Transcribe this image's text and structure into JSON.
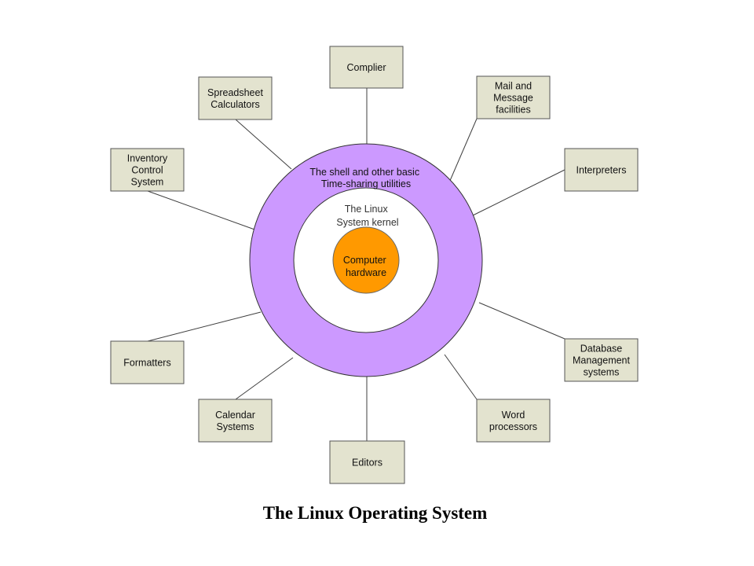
{
  "title": "The Linux Operating System",
  "center": {
    "shell_label": [
      "The shell and other basic",
      "Time-sharing utilities"
    ],
    "kernel_label": [
      "The Linux",
      "System kernel"
    ],
    "hardware_label": [
      "Computer",
      "hardware"
    ]
  },
  "colors": {
    "shell_ring": "#cc99ff",
    "hardware_core": "#ff9900",
    "box_fill": "#e3e3cf"
  },
  "boxes": [
    {
      "id": "complier",
      "lines": [
        "Complier"
      ]
    },
    {
      "id": "mail",
      "lines": [
        "Mail and",
        "Message",
        "facilities"
      ]
    },
    {
      "id": "interpreters",
      "lines": [
        "Interpreters"
      ]
    },
    {
      "id": "database",
      "lines": [
        "Database",
        "Management",
        "systems"
      ]
    },
    {
      "id": "word-processors",
      "lines": [
        "Word",
        "processors"
      ]
    },
    {
      "id": "editors",
      "lines": [
        "Editors"
      ]
    },
    {
      "id": "calendar",
      "lines": [
        "Calendar",
        "Systems"
      ]
    },
    {
      "id": "formatters",
      "lines": [
        "Formatters"
      ]
    },
    {
      "id": "inventory",
      "lines": [
        "Inventory",
        "Control",
        "System"
      ]
    },
    {
      "id": "spreadsheet",
      "lines": [
        "Spreadsheet",
        "Calculators"
      ]
    }
  ]
}
